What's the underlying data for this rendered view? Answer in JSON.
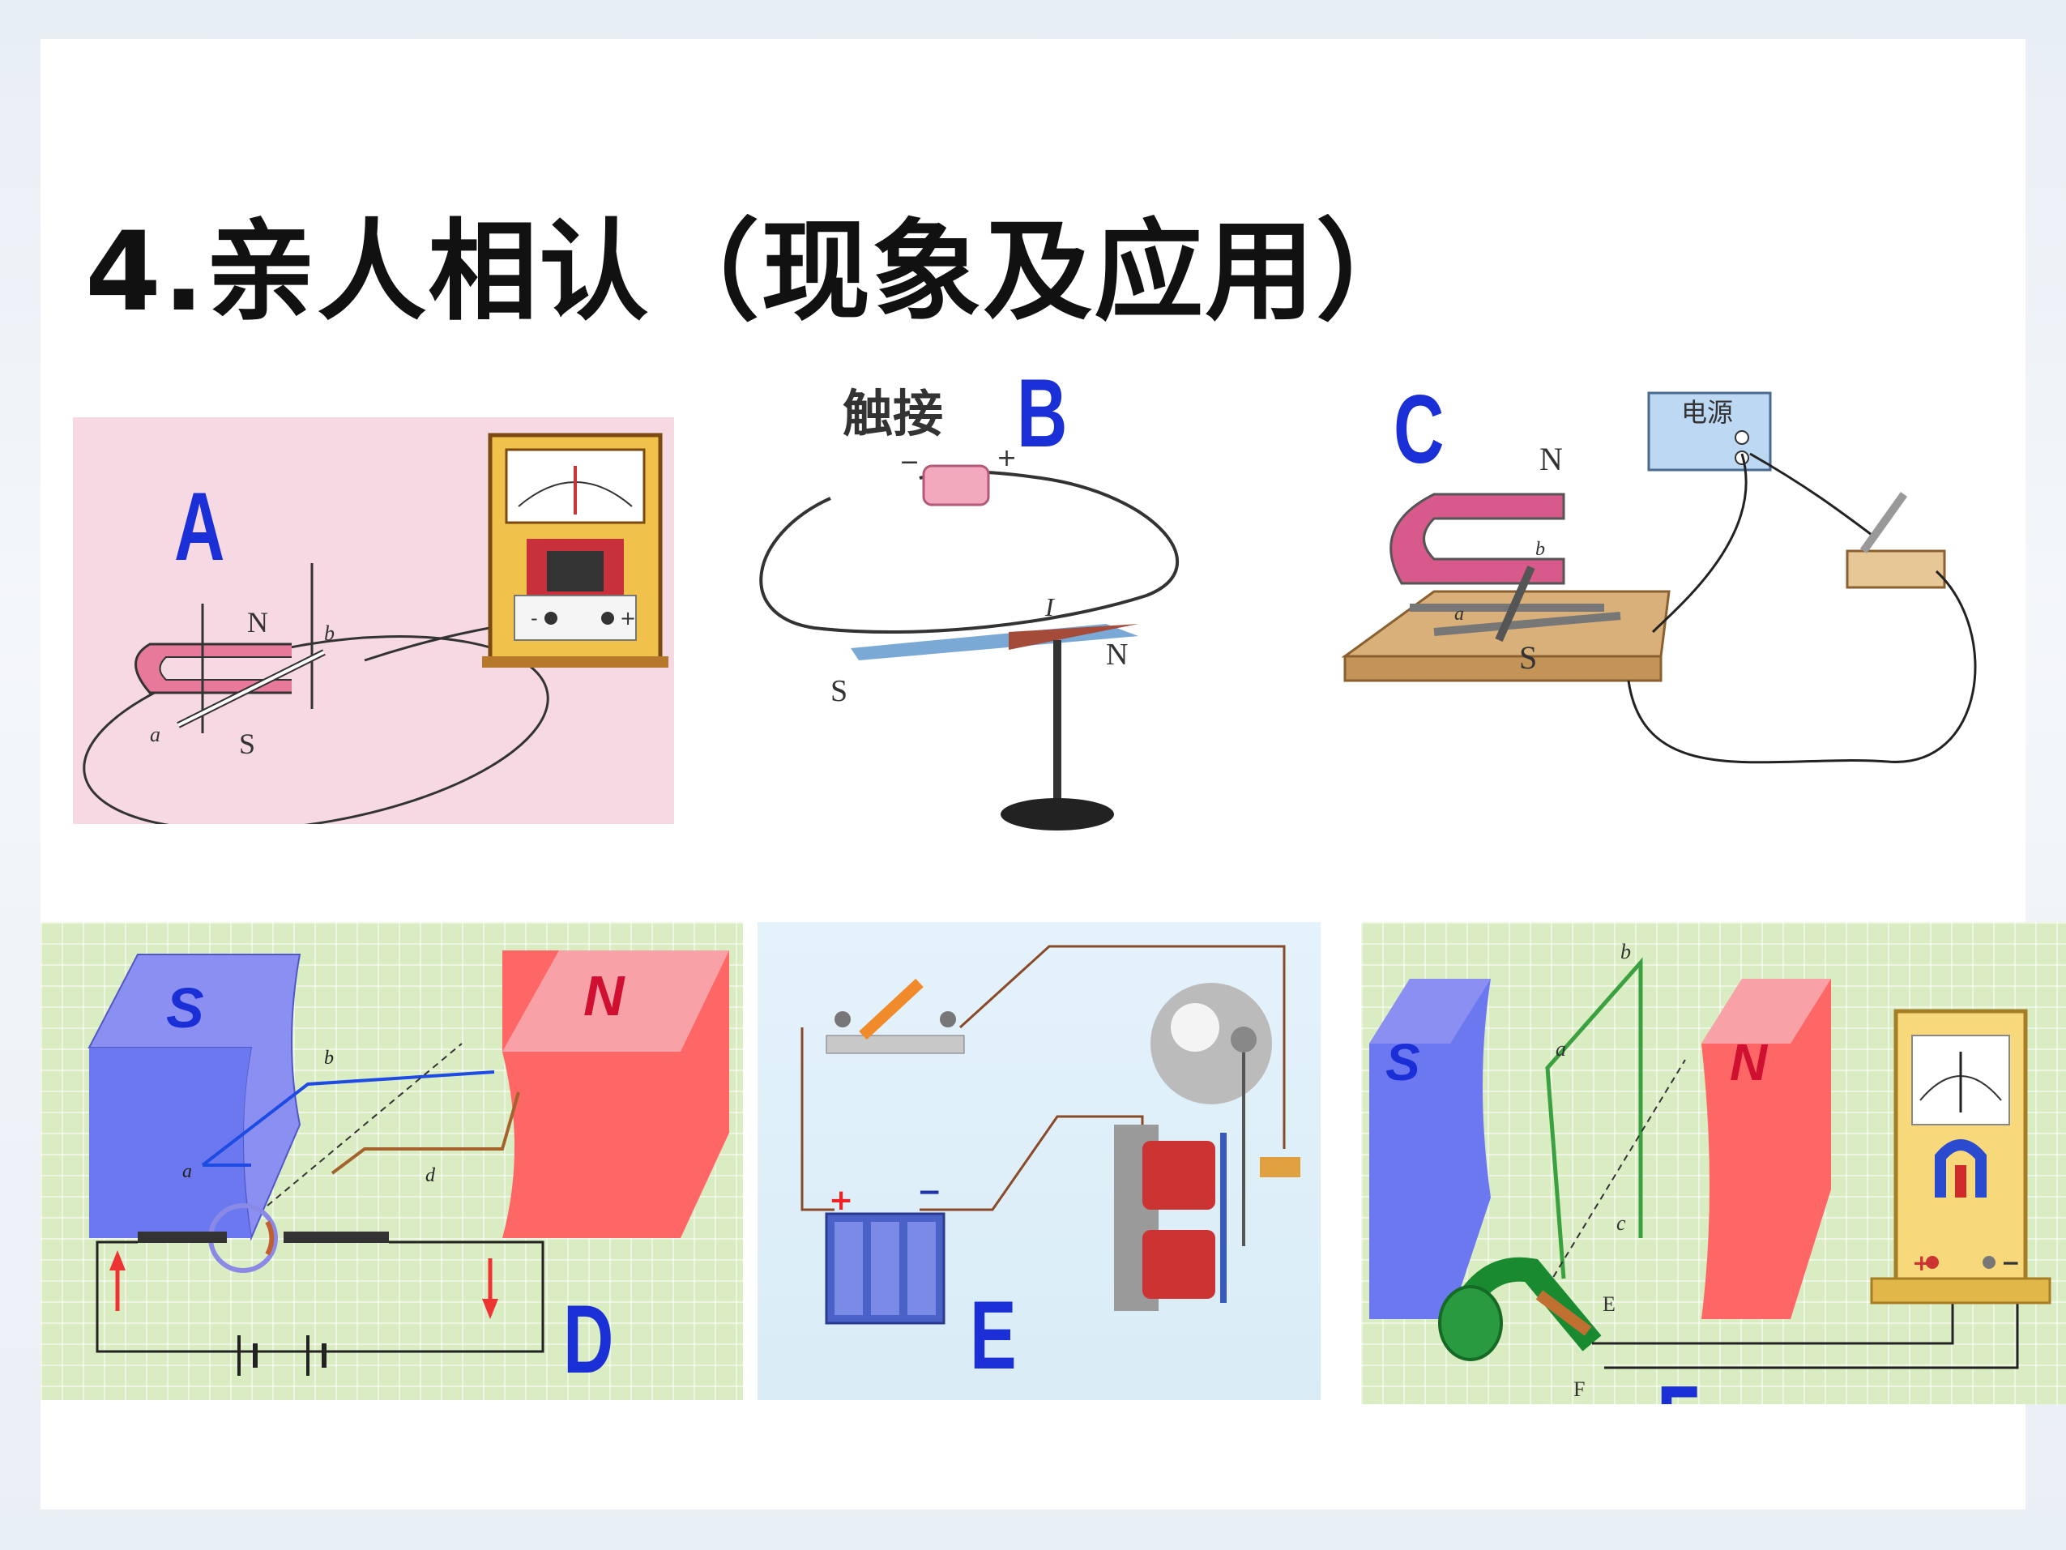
{
  "title": "4.亲人相认（现象及应用）",
  "panels": {
    "A": {
      "letter": "A",
      "labels": {
        "n": "N",
        "s": "S",
        "a": "a",
        "b": "b",
        "minus": "-",
        "plus": "+"
      }
    },
    "B": {
      "letter": "B",
      "caption": "触接",
      "labels": {
        "n": "N",
        "s": "S",
        "i": "I",
        "minus": "−",
        "plus": "+"
      }
    },
    "C": {
      "letter": "C",
      "labels": {
        "n": "N",
        "s": "S",
        "a": "a",
        "b": "b",
        "power": "电源"
      }
    },
    "D": {
      "letter": "D",
      "labels": {
        "s": "S",
        "n": "N",
        "a": "a",
        "b": "b",
        "d": "d"
      }
    },
    "E": {
      "letter": "E",
      "labels": {
        "plus": "+",
        "minus": "−"
      }
    },
    "F": {
      "letter": "F",
      "labels": {
        "s": "S",
        "n": "N",
        "a": "a",
        "b": "b",
        "c": "c",
        "e": "E",
        "f": "F",
        "plus": "+",
        "minus": "−"
      }
    }
  },
  "colors": {
    "letter_blue": "#1a2fd6",
    "magnet_red": "#f25a6a",
    "magnet_blue": "#6b78f0",
    "grid_green": "#d9ecc2"
  }
}
